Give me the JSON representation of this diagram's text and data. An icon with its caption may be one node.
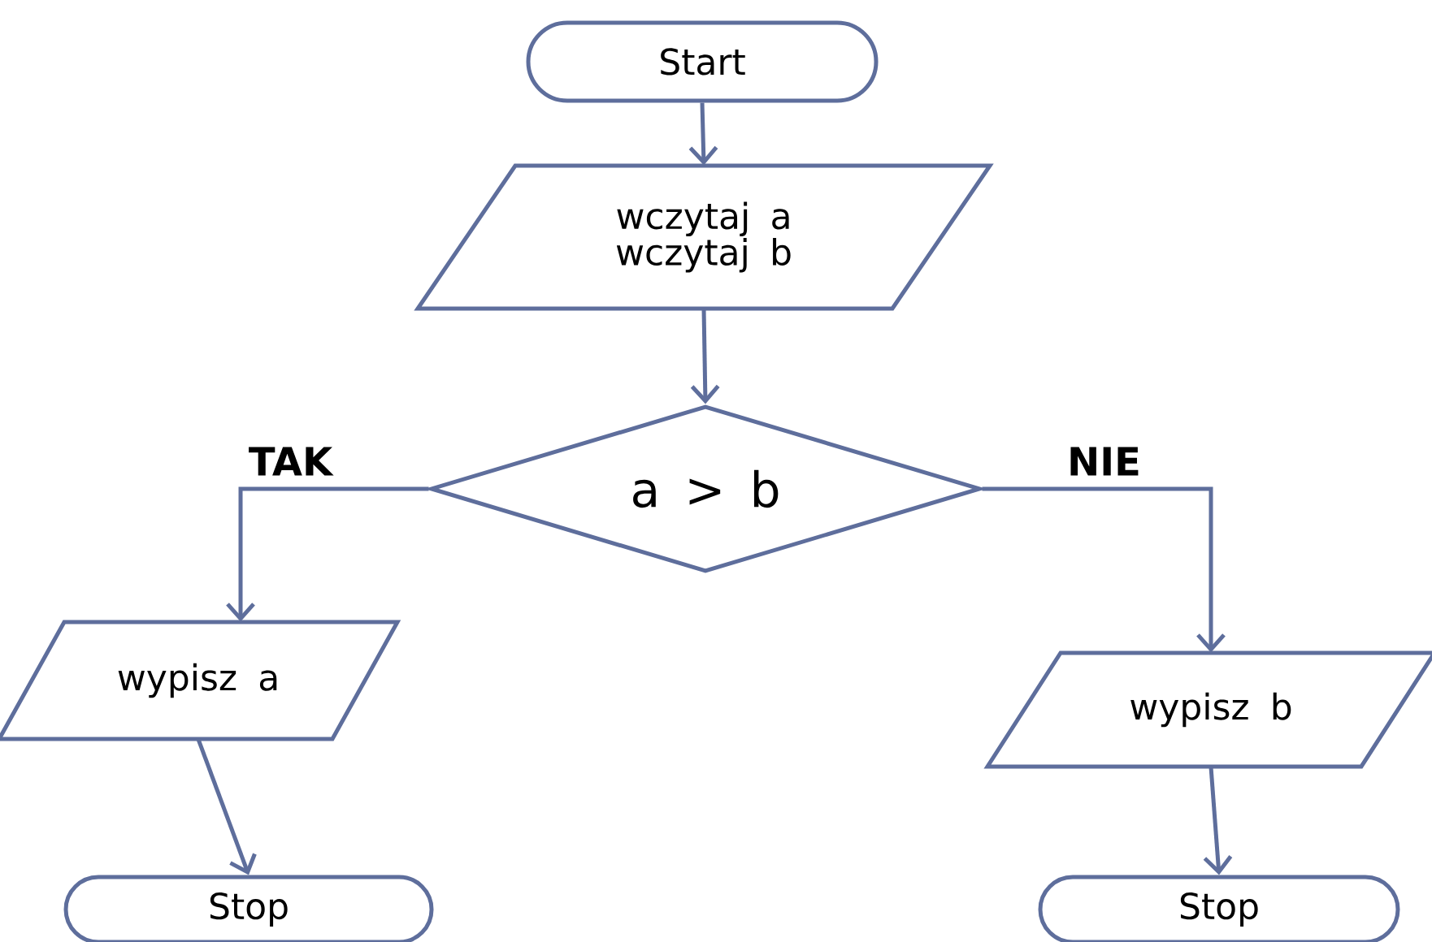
{
  "diagram": {
    "nodes": [
      {
        "text": [
          "Start"
        ]
      },
      {
        "text": [
          "wczytaj a wczytaj b"
        ]
      },
      {
        "text": [
          "a > b"
        ]
      },
      {
        "text": [
          "wypisz a"
        ]
      },
      {
        "text": [
          "wypisz b"
        ]
      },
      {
        "text": [
          "Stop"
        ]
      },
      {
        "text": [
          "Stop"
        ]
      }
    ],
    "edges": [
      {
        "from": 0,
        "to": 1,
        "arrow": "to"
      },
      {
        "from": 1,
        "to": 2,
        "arrow": "to"
      },
      {
        "from": 2,
        "to": 3,
        "arrow": "to",
        "label": "TAK"
      },
      {
        "from": 2,
        "to": 4,
        "arrow": "to",
        "label": "NIE"
      },
      {
        "from": 3,
        "to": 5,
        "arrow": "to"
      },
      {
        "from": 4,
        "to": 6,
        "arrow": "to"
      }
    ]
  }
}
